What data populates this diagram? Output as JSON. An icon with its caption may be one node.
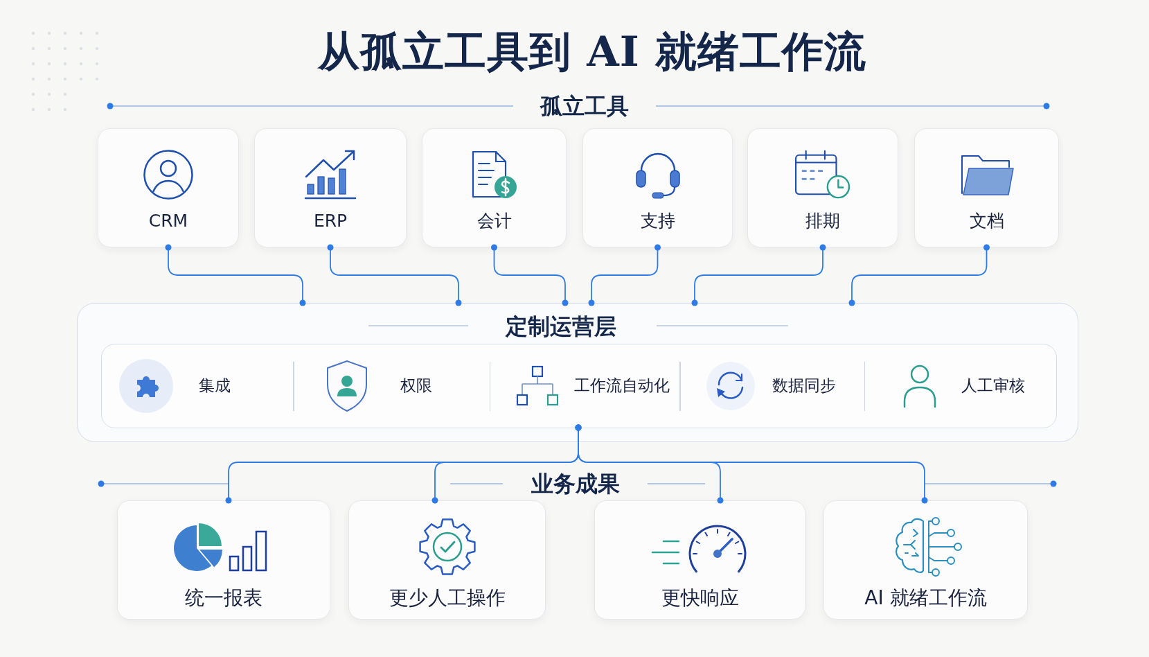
{
  "diagram": {
    "title": "从孤立工具到 AI 就绪工作流",
    "nodes": [
      {
        "text": [
          "CRM"
        ]
      },
      {
        "text": [
          "ERP"
        ]
      },
      {
        "text": [
          "会计"
        ]
      },
      {
        "text": [
          "支持"
        ]
      },
      {
        "text": [
          "排期"
        ]
      },
      {
        "text": [
          "文档"
        ]
      },
      {
        "text": [
          "定制运营层"
        ]
      },
      {
        "text": [
          "集成",
          "权限",
          "工作流自动化",
          "数据同步",
          "人工审核"
        ],
        "in": 6
      },
      {
        "text": [
          "统一报表"
        ]
      },
      {
        "text": [
          "更少人工操作"
        ]
      },
      {
        "text": [
          "更快响应"
        ]
      },
      {
        "text": [
          "AI 就绪工作流"
        ]
      }
    ],
    "edges": [
      {
        "from": 0,
        "to": 6,
        "arrow": "other"
      },
      {
        "from": 1,
        "to": 6,
        "arrow": "other"
      },
      {
        "from": 2,
        "to": 6,
        "arrow": "other"
      },
      {
        "from": 3,
        "to": 6,
        "arrow": "other"
      },
      {
        "from": 4,
        "to": 6,
        "arrow": "other"
      },
      {
        "from": 5,
        "to": 6,
        "arrow": "other"
      },
      {
        "from": 7,
        "to": 8,
        "arrow": "other"
      },
      {
        "from": 7,
        "to": 9,
        "arrow": "other"
      },
      {
        "from": 7,
        "to": 10,
        "arrow": "other"
      },
      {
        "from": 7,
        "to": 11,
        "arrow": "other"
      }
    ],
    "labels": [
      "孤立工具",
      "业务成果"
    ]
  }
}
